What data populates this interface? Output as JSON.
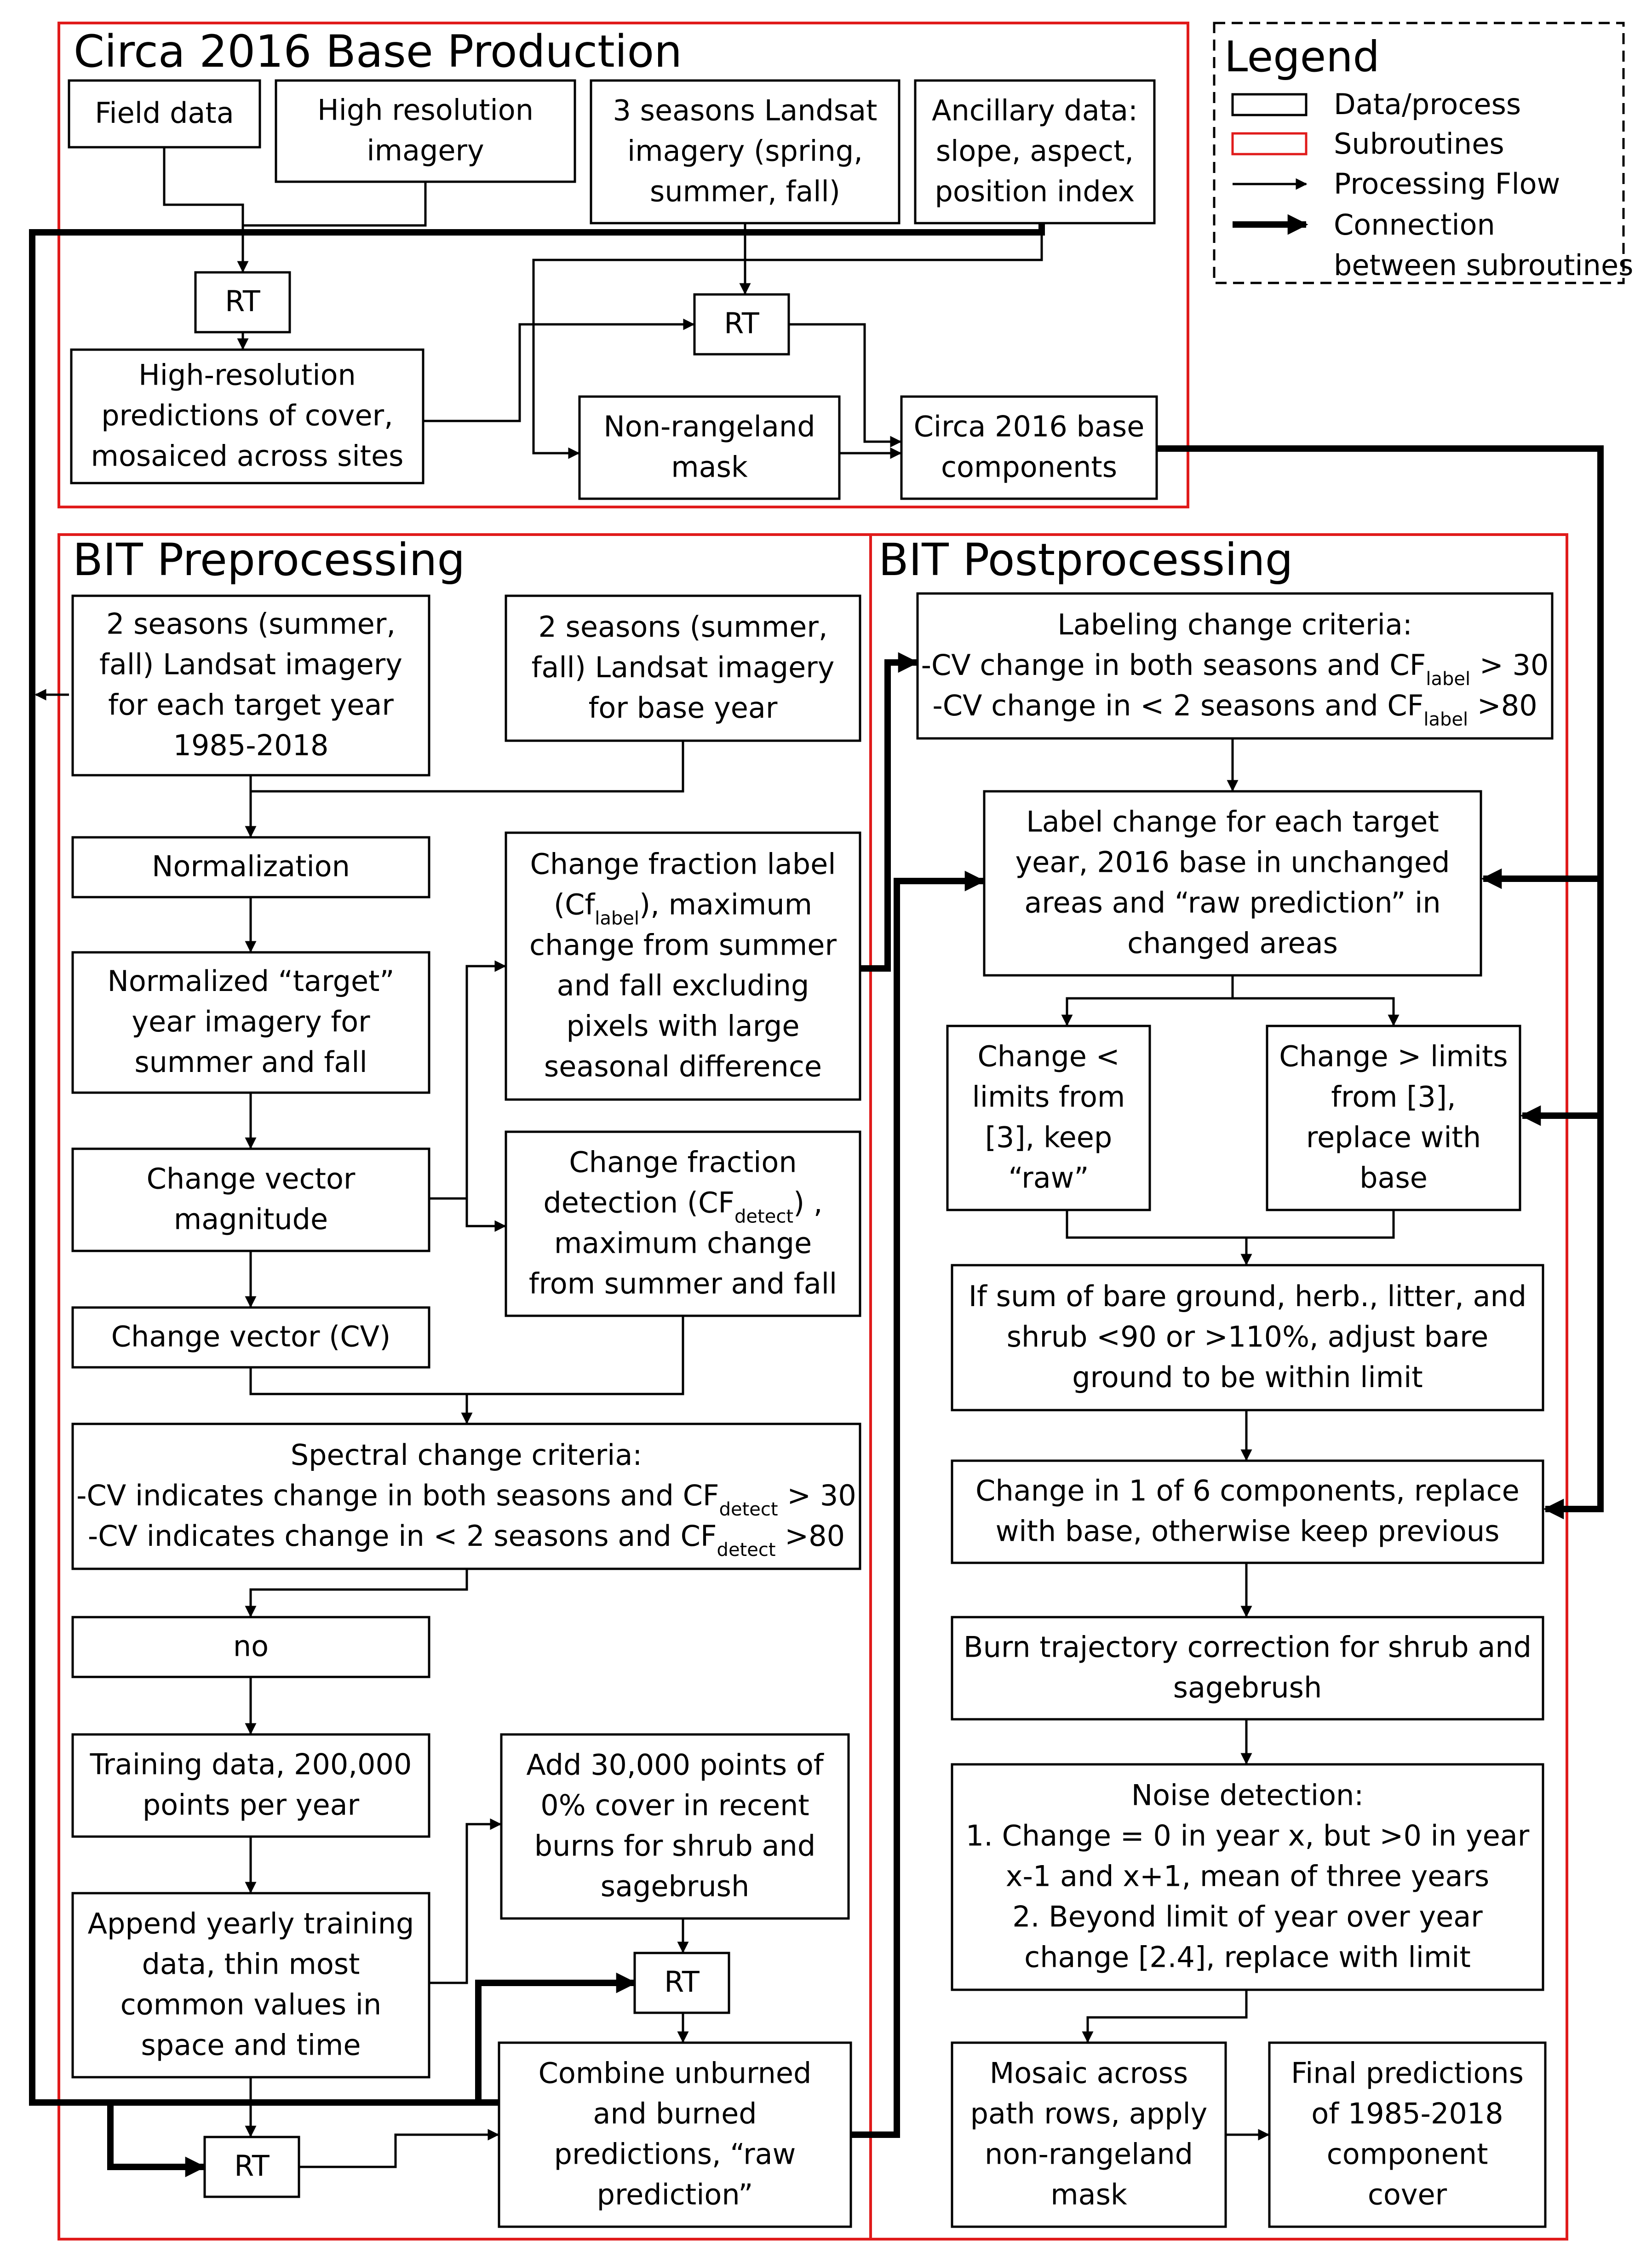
{
  "subroutines": {
    "base": "Circa 2016 Base Production",
    "pre": "BIT Preprocessing",
    "post": "BIT Postprocessing"
  },
  "legend": {
    "title": "Legend",
    "items": [
      "Data/process",
      "Subroutines",
      "Processing Flow",
      "Connection",
      "between subroutines"
    ]
  },
  "boxes": {
    "field_data": [
      "Field data"
    ],
    "high_res_imagery": [
      "High resolution",
      "imagery"
    ],
    "landsat_3_seasons": [
      "3 seasons Landsat",
      "imagery (spring,",
      "summer, fall)"
    ],
    "ancillary": [
      "Ancillary data:",
      "slope, aspect,",
      "position index"
    ],
    "rt_base_1": [
      "RT"
    ],
    "rt_base_2": [
      "RT"
    ],
    "high_res_predictions": [
      "High-resolution",
      "predictions of cover,",
      "mosaiced across sites"
    ],
    "non_rangeland_mask": [
      "Non-rangeland",
      "mask"
    ],
    "base_components": [
      "Circa 2016 base",
      "components"
    ],
    "target_year_imagery": [
      "2 seasons (summer,",
      "fall) Landsat imagery",
      "for each target year",
      "1985-2018"
    ],
    "base_year_imagery": [
      "2 seasons (summer,",
      "fall) Landsat imagery",
      "for base year"
    ],
    "normalization": [
      "Normalization"
    ],
    "normalized_imagery": [
      "Normalized “target”",
      "year imagery for",
      "summer and fall"
    ],
    "cv_magnitude": [
      "Change vector",
      "magnitude"
    ],
    "change_vector": [
      "Change vector (CV)"
    ],
    "change_fraction_label": [
      "Change fraction label",
      "(Cf|label|), maximum",
      "change from summer",
      "and fall excluding",
      "pixels with large",
      "seasonal difference"
    ],
    "change_fraction_detect": [
      "Change fraction",
      "detection (CF|detect|) ,",
      "maximum change",
      "from summer and fall"
    ],
    "spectral_criteria": [
      "Spectral change criteria:",
      "-CV indicates change in both seasons and CF|detect| > 30",
      "-CV indicates change in < 2 seasons and CF|detect| >80"
    ],
    "no": [
      "no"
    ],
    "training_data": [
      "Training data, 200,000",
      "points per year"
    ],
    "append_training": [
      "Append yearly training",
      "data, thin most",
      "common values in",
      "space and time"
    ],
    "add_points": [
      "Add 30,000 points of",
      "0% cover in recent",
      "burns for shrub and",
      "sagebrush"
    ],
    "rt_pre_1": [
      "RT"
    ],
    "rt_pre_2": [
      "RT"
    ],
    "combine": [
      "Combine unburned",
      "and burned",
      "predictions, “raw",
      "prediction”"
    ],
    "labeling_criteria": [
      "Labeling change criteria:",
      "-CV change in both seasons and CF|label| > 30",
      "-CV change in < 2 seasons and CF|label| >80"
    ],
    "label_change": [
      "Label change for each target",
      "year, 2016 base in unchanged",
      "areas and “raw prediction” in",
      "changed areas"
    ],
    "change_less": [
      "Change <",
      "limits from",
      "[3], keep",
      "“raw”"
    ],
    "change_greater": [
      "Change > limits",
      "from [3],",
      "replace with",
      "base"
    ],
    "sum_adjust": [
      "If sum of bare ground, herb., litter, and",
      "shrub <90 or >110%, adjust bare",
      "ground to be within limit"
    ],
    "change_1_of_6": [
      "Change in 1 of 6 components, replace",
      "with base, otherwise keep previous"
    ],
    "burn_trajectory": [
      "Burn trajectory correction for shrub and",
      "sagebrush"
    ],
    "noise_detection": [
      "Noise detection:",
      "1.   Change = 0 in year x, but >0 in year",
      "x-1 and x+1, mean of three years",
      "2.   Beyond limit of year over year",
      "change [2.4], replace with limit"
    ],
    "mosaic": [
      "Mosaic across",
      "path rows, apply",
      "non-rangeland",
      "mask"
    ],
    "final_predictions": [
      "Final predictions",
      "of 1985-2018",
      "component",
      "cover"
    ]
  }
}
